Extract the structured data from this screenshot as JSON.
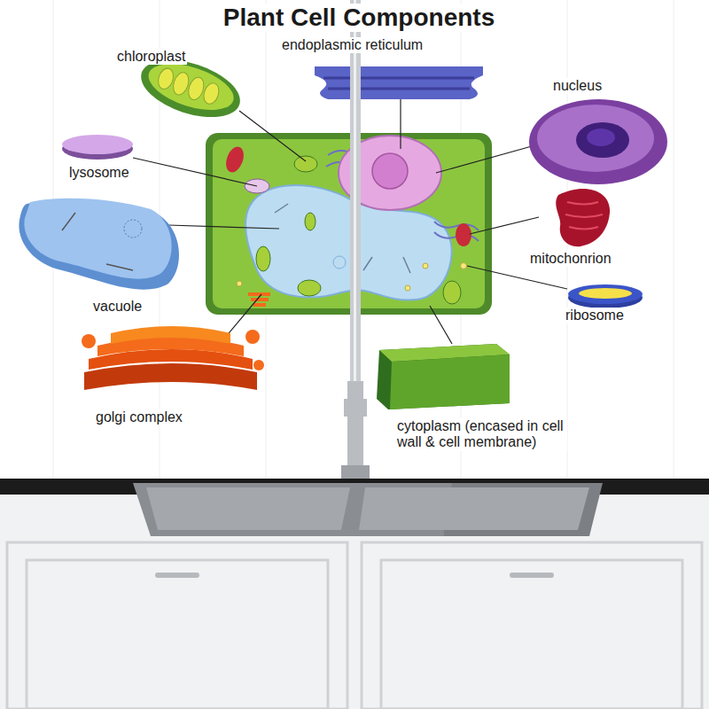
{
  "diagram": {
    "title": "Plant Cell Components",
    "labels": [
      "chloroplast",
      "endoplasmic reticulum",
      "nucleus",
      "lysosome",
      "mitochonrion",
      "vacuole",
      "ribosome",
      "golgi complex",
      "cytoplasm (encased in cell wall & cell membrane)"
    ]
  }
}
